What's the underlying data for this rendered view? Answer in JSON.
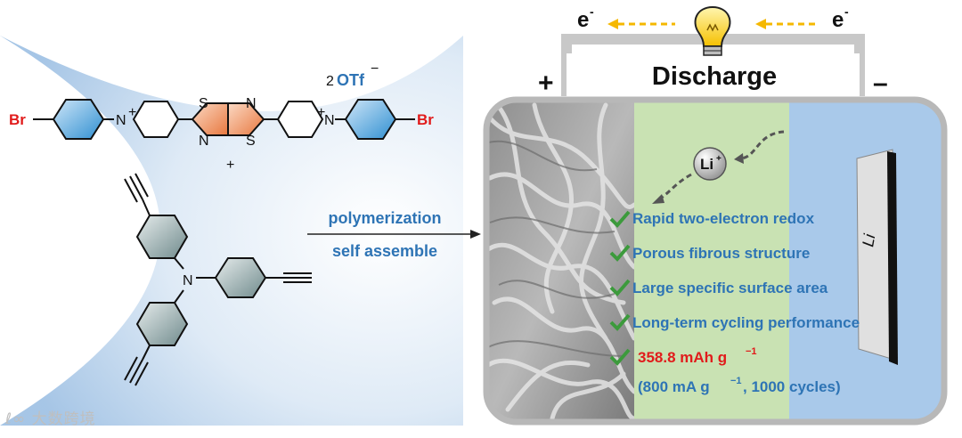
{
  "left": {
    "bromo_label": "Br",
    "cation_plus": "+",
    "S_label": "S",
    "N_label": "N",
    "counterion_count": "2",
    "counterion_name": "OTf",
    "counterion_charge": "−",
    "plus_sign": "+",
    "amine_N": "N"
  },
  "reaction": {
    "line1": "polymerization",
    "line2": "self assemble"
  },
  "circuit": {
    "electron": "e",
    "electron_charge": "-",
    "discharge": "Discharge",
    "positive": "+",
    "negative": "–"
  },
  "cell": {
    "ion": "Li",
    "ion_charge": "+",
    "electrode_label": "Li"
  },
  "features": [
    "Rapid two-electron redox",
    "Porous fibrous structure",
    "Large specific surface area",
    "Long-term cycling performance"
  ],
  "capacity": {
    "value": "358.8 mAh g",
    "exp": "−1",
    "cond_a": "(800 mA g",
    "cond_exp": "−1",
    "cond_b": " , 1000 cycles)"
  },
  "colors": {
    "accent_blue": "#2e74b5",
    "red": "#e11b1b",
    "electrolyte_green": "#c9e2b3",
    "electrolyte_blue": "#a9c9ea",
    "arrow_orange": "#f5b800"
  },
  "watermark": "大数跨境"
}
